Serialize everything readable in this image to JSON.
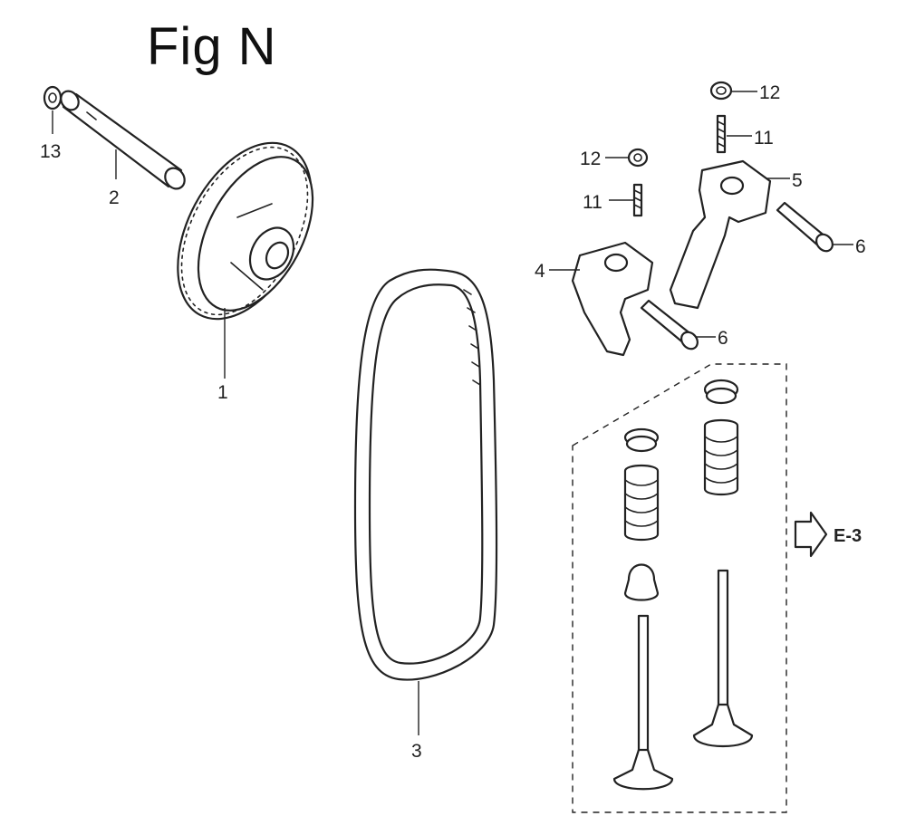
{
  "title": "Fig N",
  "callouts": {
    "n1": "1",
    "n2": "2",
    "n3": "3",
    "n4": "4",
    "n5": "5",
    "n6a": "6",
    "n6b": "6",
    "n11a": "11",
    "n11b": "11",
    "n12a": "12",
    "n12b": "12",
    "n13": "13"
  },
  "reference": "E-3"
}
